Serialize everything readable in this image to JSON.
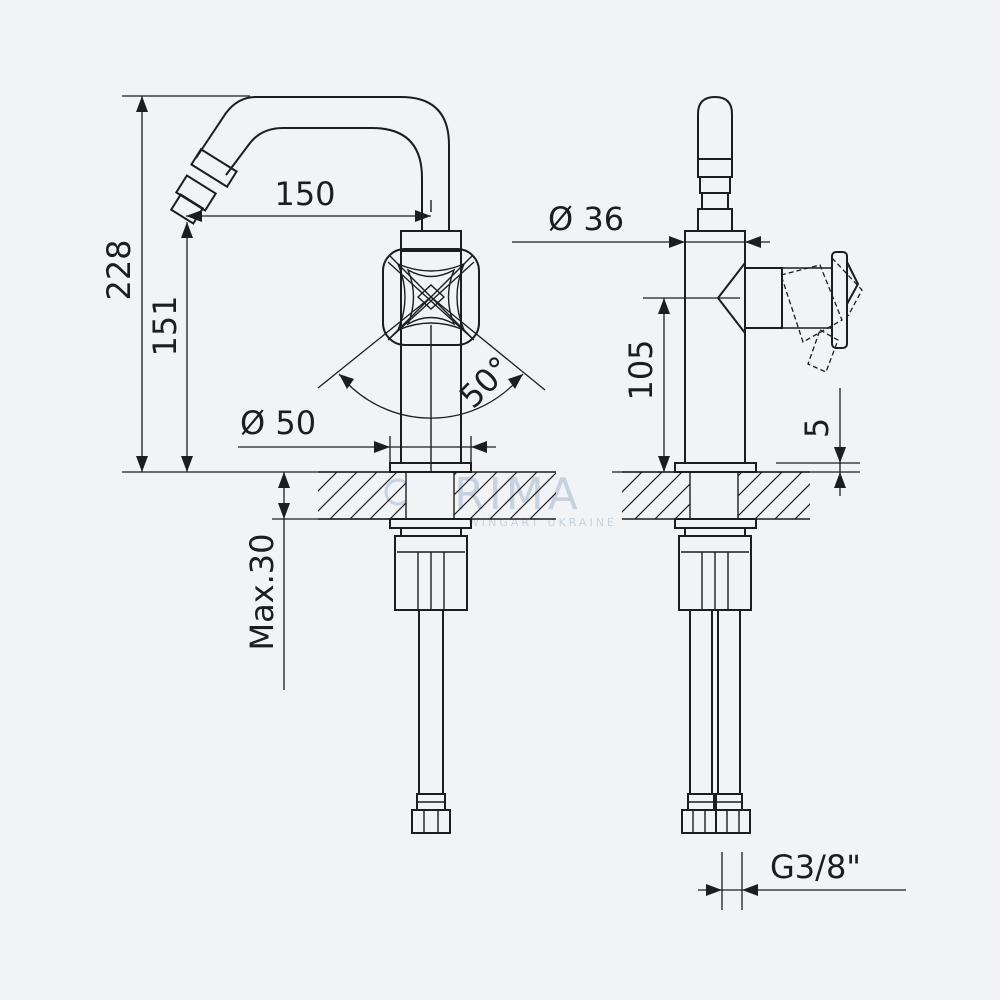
{
  "dimensions": {
    "total_height": "228",
    "spout_height": "151",
    "spout_reach": "150",
    "base_diameter": "Ø 50",
    "handle_angle": "50°",
    "body_diameter": "Ø 36",
    "handle_axis_height": "105",
    "base_gap": "5",
    "max_deck_thickness": "Max.30",
    "hose_connection": "G3/8\""
  },
  "watermark": {
    "brand": "BRIMA",
    "tagline": "WINGART UKRAINE"
  }
}
